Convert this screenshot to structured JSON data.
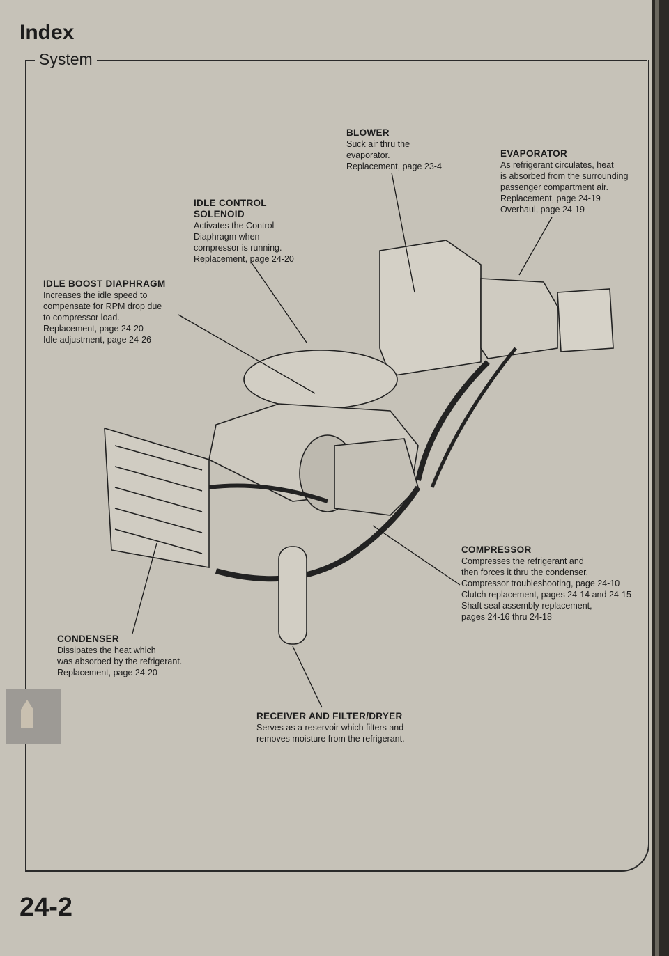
{
  "header": {
    "title": "Index",
    "section": "System"
  },
  "labels": {
    "blower": {
      "title": "BLOWER",
      "lines": [
        "Suck air thru the",
        "evaporator.",
        "Replacement, page 23-4"
      ]
    },
    "evaporator": {
      "title": "EVAPORATOR",
      "lines": [
        "As refrigerant circulates, heat",
        "is absorbed from the surrounding",
        "passenger compartment air.",
        "Replacement, page 24-19",
        "Overhaul, page 24-19"
      ]
    },
    "idle_control_solenoid": {
      "title": "IDLE CONTROL",
      "title2": "SOLENOID",
      "lines": [
        "Activates the Control",
        "Diaphragm when",
        "compressor is running.",
        "Replacement, page 24-20"
      ]
    },
    "idle_boost_diaphragm": {
      "title": "IDLE BOOST DIAPHRAGM",
      "lines": [
        "Increases the idle speed to",
        "compensate for RPM drop due",
        "to compressor load.",
        "Replacement, page 24-20",
        "Idle adjustment, page 24-26"
      ]
    },
    "compressor": {
      "title": "COMPRESSOR",
      "lines": [
        "Compresses the refrigerant and",
        "then forces it thru the condenser.",
        "Compressor troubleshooting, page 24-10",
        "Clutch replacement, pages 24-14 and 24-15",
        "Shaft seal assembly replacement,",
        "pages 24-16 thru 24-18"
      ]
    },
    "condenser": {
      "title": "CONDENSER",
      "lines": [
        "Dissipates the heat which",
        "was absorbed by the refrigerant.",
        "Replacement, page 24-20"
      ]
    },
    "receiver": {
      "title": "RECEIVER AND FILTER/DRYER",
      "lines": [
        "Serves as a reservoir which filters and",
        "removes moisture from the refrigerant."
      ]
    }
  },
  "footer": {
    "page_number": "24-2"
  }
}
